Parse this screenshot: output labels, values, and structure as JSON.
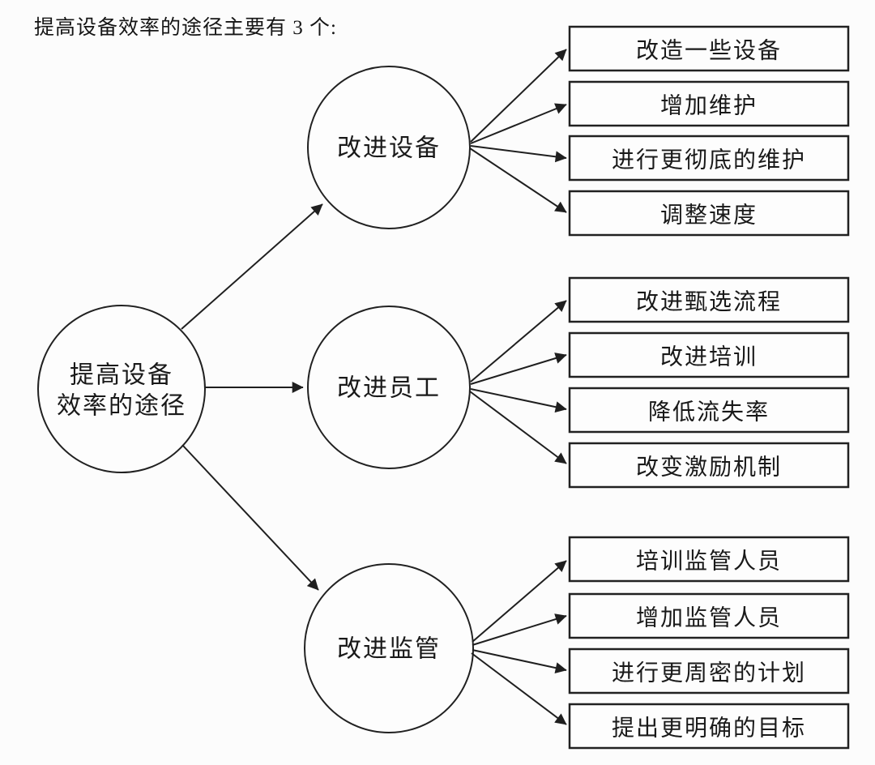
{
  "title": "提高设备效率的途径主要有 3 个:",
  "root": {
    "line1": "提高设备",
    "line2": "效率的途径"
  },
  "branches": [
    {
      "label": "改进设备",
      "leaves": [
        "改造一些设备",
        "增加维护",
        "进行更彻底的维护",
        "调整速度"
      ]
    },
    {
      "label": "改进员工",
      "leaves": [
        "改进甄选流程",
        "改进培训",
        "降低流失率",
        "改变激励机制"
      ]
    },
    {
      "label": "改进监管",
      "leaves": [
        "培训监管人员",
        "增加监管人员",
        "进行更周密的计划",
        "提出更明确的目标"
      ]
    }
  ],
  "colors": {
    "line": "#1f1f1f",
    "background": "#fcfcfc",
    "node_fill": "#fdfdfd",
    "text": "#191919"
  }
}
